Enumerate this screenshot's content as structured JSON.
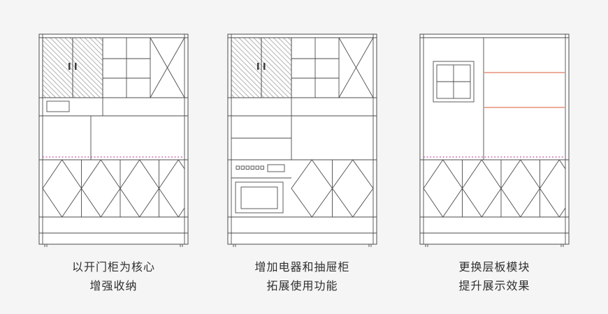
{
  "page": {
    "background_color": "#f5f5f6"
  },
  "colors": {
    "line": "#4b4b4b",
    "accent_dashed": "#c653a8",
    "accent_shelf": "#e2795c"
  },
  "figures": [
    {
      "caption_line1": "以开门柜为核心",
      "caption_line2": "增强收纳"
    },
    {
      "caption_line1": "增加电器和抽屉柜",
      "caption_line2": "拓展使用功能"
    },
    {
      "caption_line1": "更换层板模块",
      "caption_line2": "提升展示效果"
    }
  ]
}
